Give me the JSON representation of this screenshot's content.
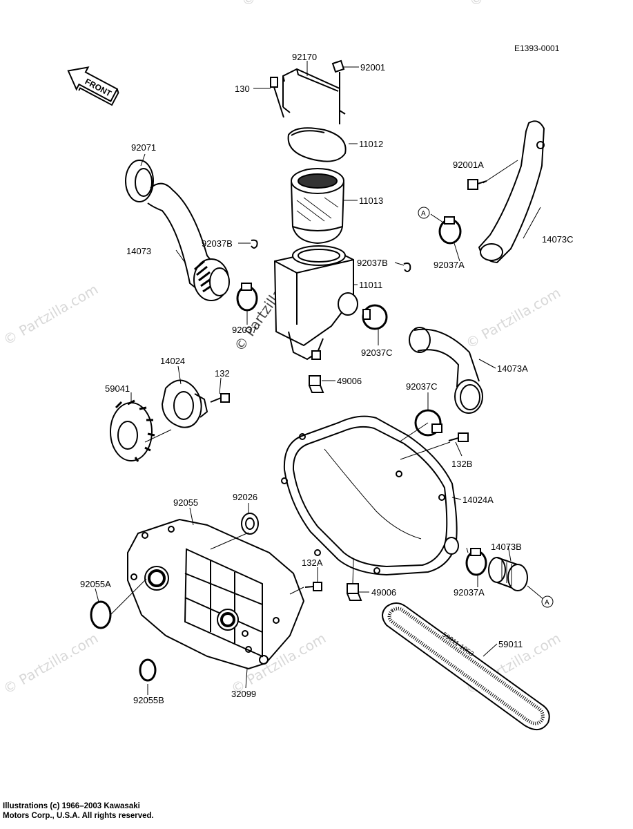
{
  "diagram_code": "E1393-0001",
  "front_label": "FRONT",
  "circle_ref": "A",
  "watermark": "© Partzilla.com",
  "belt_print": "59011-1053",
  "copyright": {
    "line1": "Illustrations (c) 1966–2003 Kawasaki",
    "line2": "Motors Corp., U.S.A.  All rights reserved."
  },
  "parts": {
    "p92170": "92170",
    "p92001": "92001",
    "p130": "130",
    "p11012": "11012",
    "p92071": "92071",
    "p11013": "11013",
    "p92001A": "92001A",
    "p14073": "14073",
    "p92037B_l": "92037B",
    "p92037B_r": "92037B",
    "p92037A_top": "92037A",
    "p14073C": "14073C",
    "p11011": "11011",
    "p92037": "92037",
    "p92037C_top": "92037C",
    "p14073A": "14073A",
    "p14024": "14024",
    "p132": "132",
    "p59041": "59041",
    "p49006_top": "49006",
    "p92037C_mid": "92037C",
    "p132B": "132B",
    "p14024A": "14024A",
    "p92055": "92055",
    "p92026": "92026",
    "p132A": "132A",
    "p14073B": "14073B",
    "p92055A": "92055A",
    "p49006_bot": "49006",
    "p92037A_bot": "92037A",
    "p59011": "59011",
    "p92055B": "92055B",
    "p32099": "32099"
  }
}
